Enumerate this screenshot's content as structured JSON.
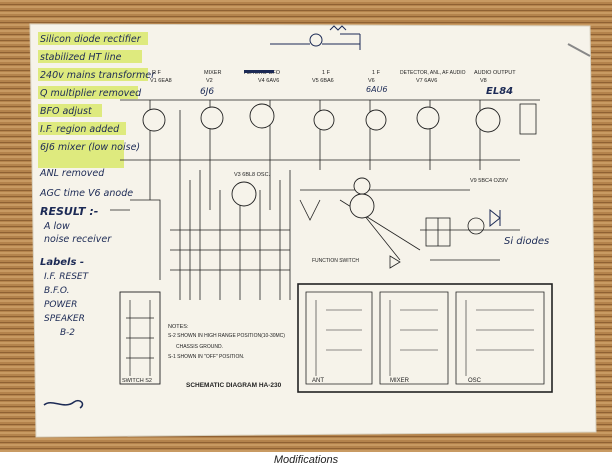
{
  "caption": "Modifications",
  "handwritten_notes": [
    "Silicon diode rectifier",
    "stabilized HT line",
    "240v mains transformer",
    "Q multiplier removed",
    "BFO adjust",
    "I.F. region added",
    "6J6 mixer (low noise)",
    "ANL removed",
    "AGC time V6 anode"
  ],
  "result_note": [
    "RESULT :-",
    "A low",
    "noise receiver"
  ],
  "labels_note": [
    "Labels -",
    "I.F. RESET",
    "B.F.O.",
    "POWER",
    "SPEAKER",
    "B-2"
  ],
  "tube_labels": {
    "rf": "R F",
    "v1": "V1  6EA8",
    "mixer": "MIXER",
    "v2": "V2",
    "hand_6j6": "6J6",
    "hetero": "HETERO-BFO",
    "v4": "V4  6AV6",
    "if1": "1 F",
    "v5": "V5  6BA6",
    "if2": "1 F",
    "v6": "V6",
    "hand_6au6": "6AU6",
    "detector": "DETECTOR, ANL, AF AUDIO",
    "v7": "V7  6AV6",
    "audio_out": "AUDIO OUTPUT",
    "v8": "V8",
    "hand_el84": "EL84",
    "v3": "V3  6BL8  OSC.",
    "v9": "V9  5BC4 OZ9V"
  },
  "right_note": "Si diodes",
  "schematic_notes": {
    "title": "NOTES:",
    "lines": [
      "S-2 SHOWN IN HIGH RANGE POSITION(10-30MC)",
      "CHASSIS GROUND.",
      "S-1 SHOWN IN \"OFF\" POSITION."
    ]
  },
  "switch_label": "SWITCH S2",
  "diagram_title": "SCHEMATIC DIAGRAM  HA-230",
  "coil_sections": [
    "ANT",
    "MIXER",
    "OSC"
  ],
  "function_switch": "FUNCTION SWITCH",
  "accent_colors": {
    "highlighter": "#d6e85a",
    "ink": "#1c2a55",
    "wood": "#b9874f"
  }
}
